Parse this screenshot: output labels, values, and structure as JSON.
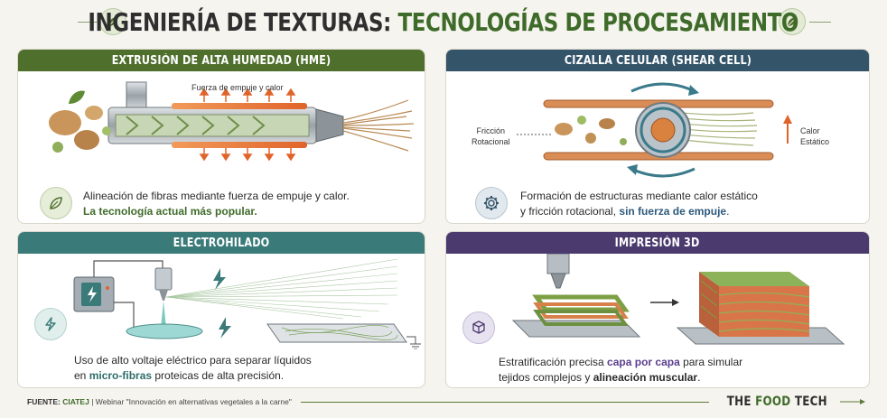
{
  "title": {
    "part1": "INGENIERÍA DE TEXTURAS:",
    "part2": "TECNOLOGÍAS DE PROCESAMIENTO"
  },
  "panels": {
    "hme": {
      "header": "EXTRUSIÓN DE ALTA HUMEDAD (HME)",
      "diagram_label": "Fuerza de empuje y calor",
      "caption_line1": "Alineación de fibras mediante fuerza de empuje y calor.",
      "caption_highlight": "La tecnología actual más popular."
    },
    "shear": {
      "header": "CIZALLA CELULAR (SHEAR CELL)",
      "label_left_1": "Fricción",
      "label_left_2": "Rotacional",
      "label_right_1": "Calor",
      "label_right_2": "Estático",
      "caption_line1": "Formación de estructuras mediante calor estático",
      "caption_line2_pre": "y fricción rotacional, ",
      "caption_highlight": "sin fuerza de empuje",
      "caption_end": "."
    },
    "electro": {
      "header": "ELECTROHILADO",
      "caption_line1": "Uso de alto voltaje eléctrico para separar líquidos",
      "caption_line2_pre": "en ",
      "caption_highlight": "micro-fibras",
      "caption_line2_post": " proteicas de alta precisión."
    },
    "print3d": {
      "header": "IMPRESIÓN 3D",
      "caption_line1_pre": "Estratificación precisa ",
      "caption_highlight1": "capa por capa",
      "caption_line1_post": " para simular",
      "caption_line2_pre": "tejidos complejos y ",
      "caption_highlight2": "alineación muscular",
      "caption_end": "."
    }
  },
  "footer": {
    "source_key": "FUENTE:",
    "source_value": "CIATEJ",
    "source_detail": "| Webinar \"Innovación en alternativas vegetales a la carne\"",
    "brand_part1": "THE ",
    "brand_part2": "FOOD",
    "brand_part3": " TECH"
  },
  "colors": {
    "hme_accent": "#4f6f2c",
    "shear_accent": "#34546a",
    "electro_accent": "#3a7a78",
    "print_accent": "#4b3a6e",
    "heat": "#e0642a"
  },
  "icons": [
    "leaf-icon",
    "gear-icon",
    "lightning-icon",
    "cube-icon"
  ]
}
